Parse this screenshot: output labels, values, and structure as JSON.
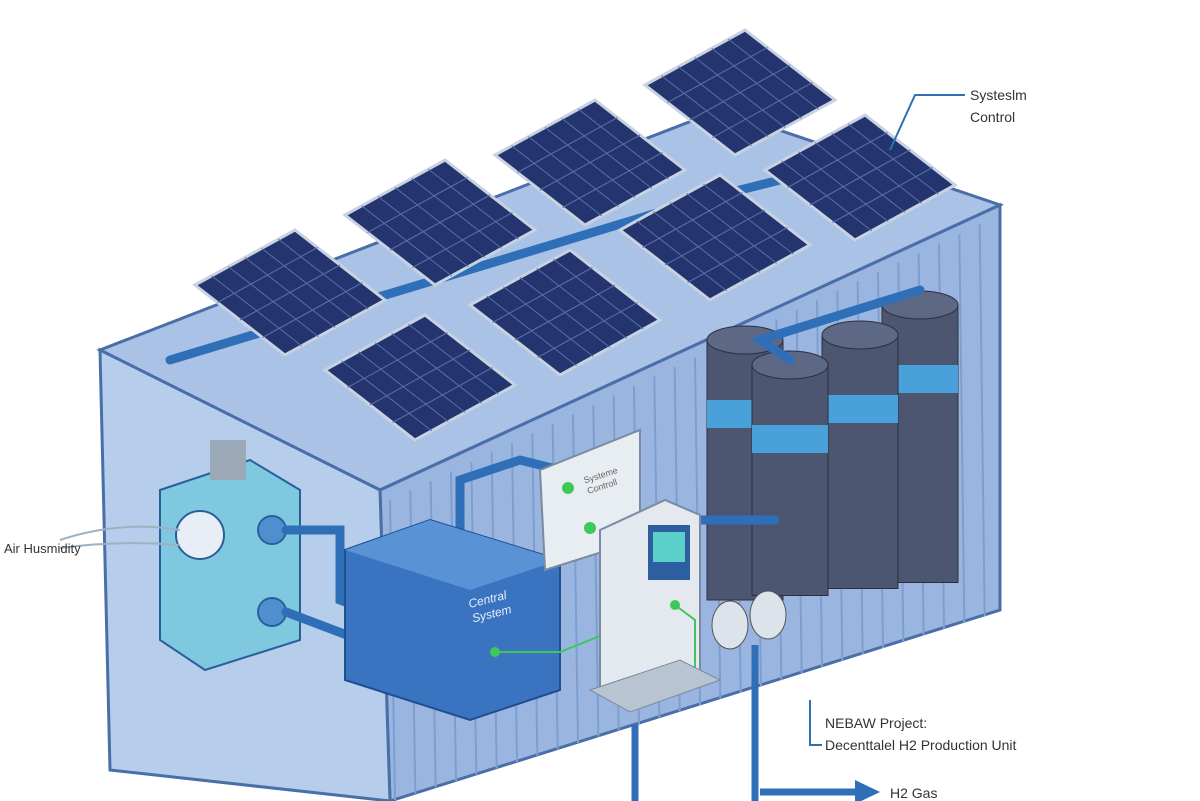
{
  "labels": {
    "system_control_callout": [
      "Systeslm",
      "Control"
    ],
    "air_humidity": "Air Husmidity",
    "central_system": [
      "Central",
      "System"
    ],
    "control_box": [
      "Systeme",
      "Controll"
    ],
    "project_title": "NEBAW Project:",
    "project_subtitle": "Decenttalel H2 Production Unit",
    "h2_gas": "H2 Gas"
  },
  "colors": {
    "container": "#8fb0de",
    "container_dark": "#6f93c8",
    "panel": "#23346e",
    "pipe": "#2f6fb8",
    "tank": "#4c5670",
    "tank_band": "#4aa0d8",
    "green": "#3ec85a"
  }
}
